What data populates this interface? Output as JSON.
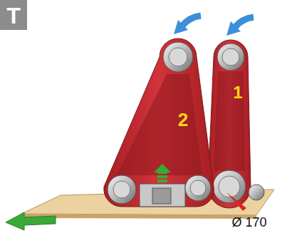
{
  "diagram": {
    "labels": [
      "T",
      "2",
      "1",
      "Ø 170"
    ]
  }
}
